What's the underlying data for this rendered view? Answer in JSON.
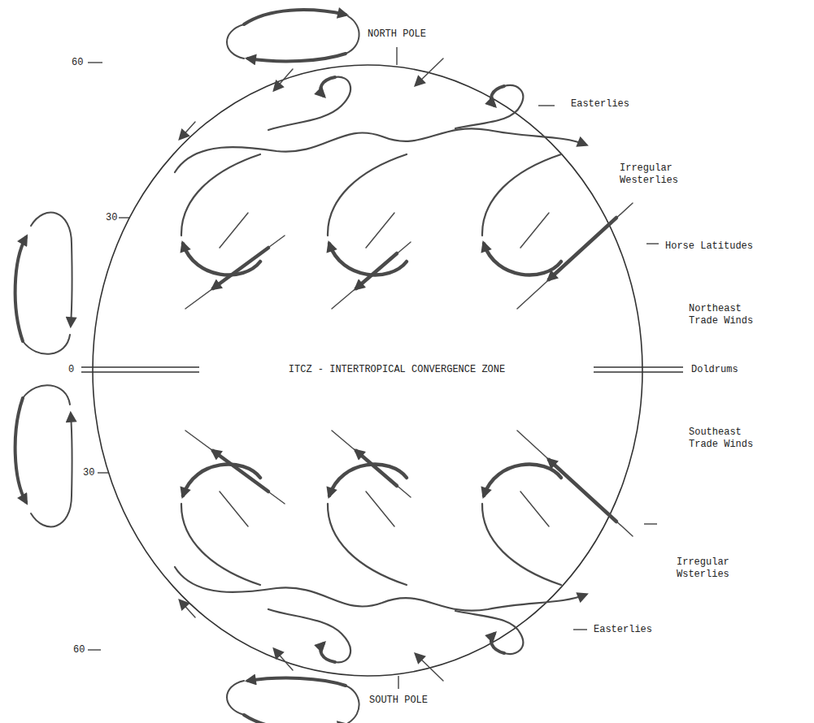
{
  "diagram": {
    "labels": [
      "NORTH POLE",
      "60",
      "Easterlies",
      "Irregular Westerlies",
      "30",
      "Horse Latitudes",
      "Northeast Trade Winds",
      "0",
      "ITCZ - INTERTROPICAL CONVERGENCE ZONE",
      "Doldrums",
      "Southeast Trade Winds",
      "30",
      "Irregular Wsterlies",
      "Easterlies",
      "60",
      "SOUTH POLE"
    ]
  }
}
